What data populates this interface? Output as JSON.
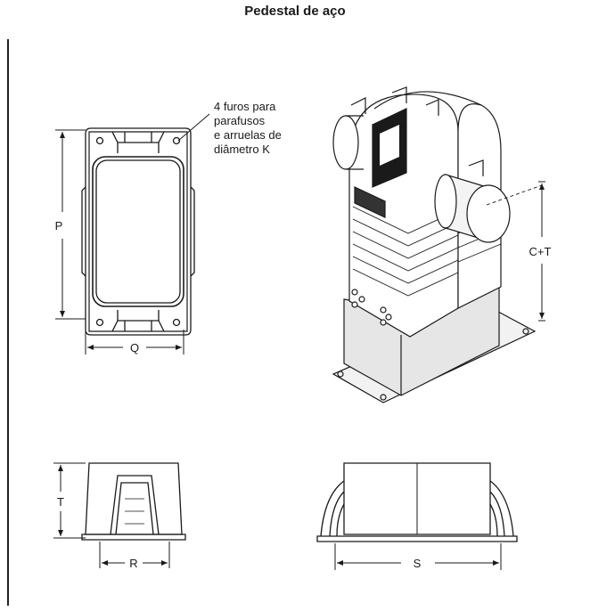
{
  "title": "Pedestal de aço",
  "note_lines": [
    "4 furos para",
    "parafusos",
    "e arruelas de",
    "diâmetro K"
  ],
  "dimensions": {
    "P": "P",
    "Q": "Q",
    "T": "T",
    "R": "R",
    "S": "S",
    "CT": "C+T"
  }
}
